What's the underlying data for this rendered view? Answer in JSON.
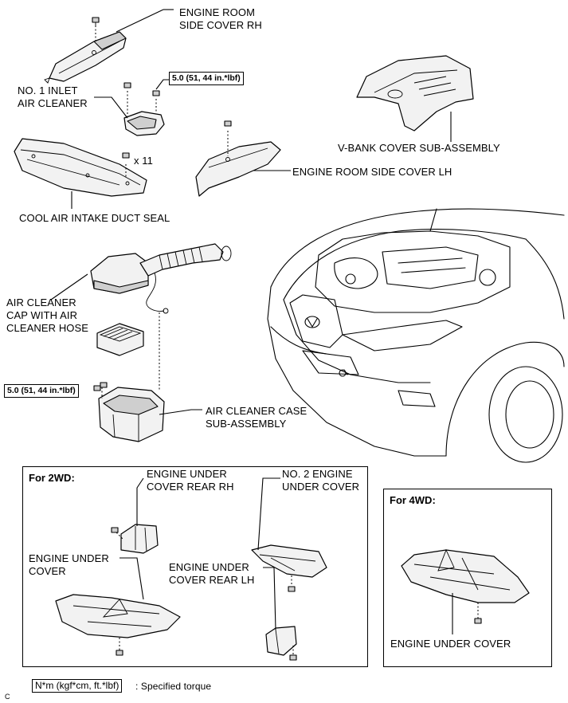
{
  "labels": {
    "engine_room_side_cover_rh": "ENGINE ROOM\nSIDE COVER RH",
    "no1_inlet_air_cleaner": "NO. 1 INLET\nAIR CLEANER",
    "torque_top": "5.0 (51, 44 in.*lbf)",
    "v_bank_cover": "V-BANK COVER SUB-ASSEMBLY",
    "qty": "x 11",
    "engine_room_side_cover_lh": "ENGINE ROOM SIDE COVER LH",
    "cool_air_intake_duct_seal": "COOL AIR INTAKE DUCT SEAL",
    "air_cleaner_cap": "AIR CLEANER\nCAP WITH AIR\nCLEANER HOSE",
    "torque_bottom": "5.0 (51, 44 in.*lbf)",
    "air_cleaner_case": "AIR CLEANER CASE\nSUB-ASSEMBLY"
  },
  "box_2wd": {
    "title": "For 2WD:",
    "engine_under_cover_rear_rh": "ENGINE UNDER\nCOVER REAR RH",
    "no2_engine_under_cover": "NO. 2 ENGINE\nUNDER COVER",
    "engine_under_cover": "ENGINE UNDER\nCOVER",
    "engine_under_cover_rear_lh": "ENGINE UNDER\nCOVER REAR LH"
  },
  "box_4wd": {
    "title": "For 4WD:",
    "engine_under_cover": "ENGINE UNDER COVER"
  },
  "legend": {
    "unit": "N*m (kgf*cm, ft.*lbf)",
    "text": ": Specified torque"
  },
  "corner_mark": "C"
}
